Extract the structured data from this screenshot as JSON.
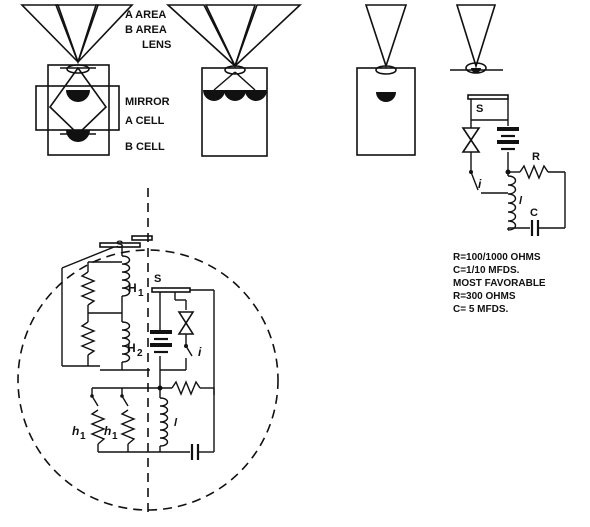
{
  "labels": {
    "a_area": "A  AREA",
    "b_area": "B  AREA",
    "lens": "LENS",
    "mirror": "MIRROR",
    "a_cell": "A  CELL",
    "b_cell": "B  CELL"
  },
  "circuit_right": {
    "s": "S",
    "r": "R",
    "i": "i",
    "l": "l",
    "c": "C"
  },
  "notes": [
    "R=100/1000  OHMS",
    "C=1/10  MFDS.",
    "MOST  FAVORABLE",
    "R=300  OHMS",
    "C= 5  MFDS."
  ],
  "circuit_left": {
    "s_top": "S",
    "s_inner": "S",
    "h1": "H",
    "h1_sub": "1",
    "h2": "H",
    "h2_sub": "2",
    "i": "i",
    "l": "l",
    "h1a": "h",
    "h1a_sub": "1",
    "h1b": "h",
    "h1b_sub": "1"
  }
}
